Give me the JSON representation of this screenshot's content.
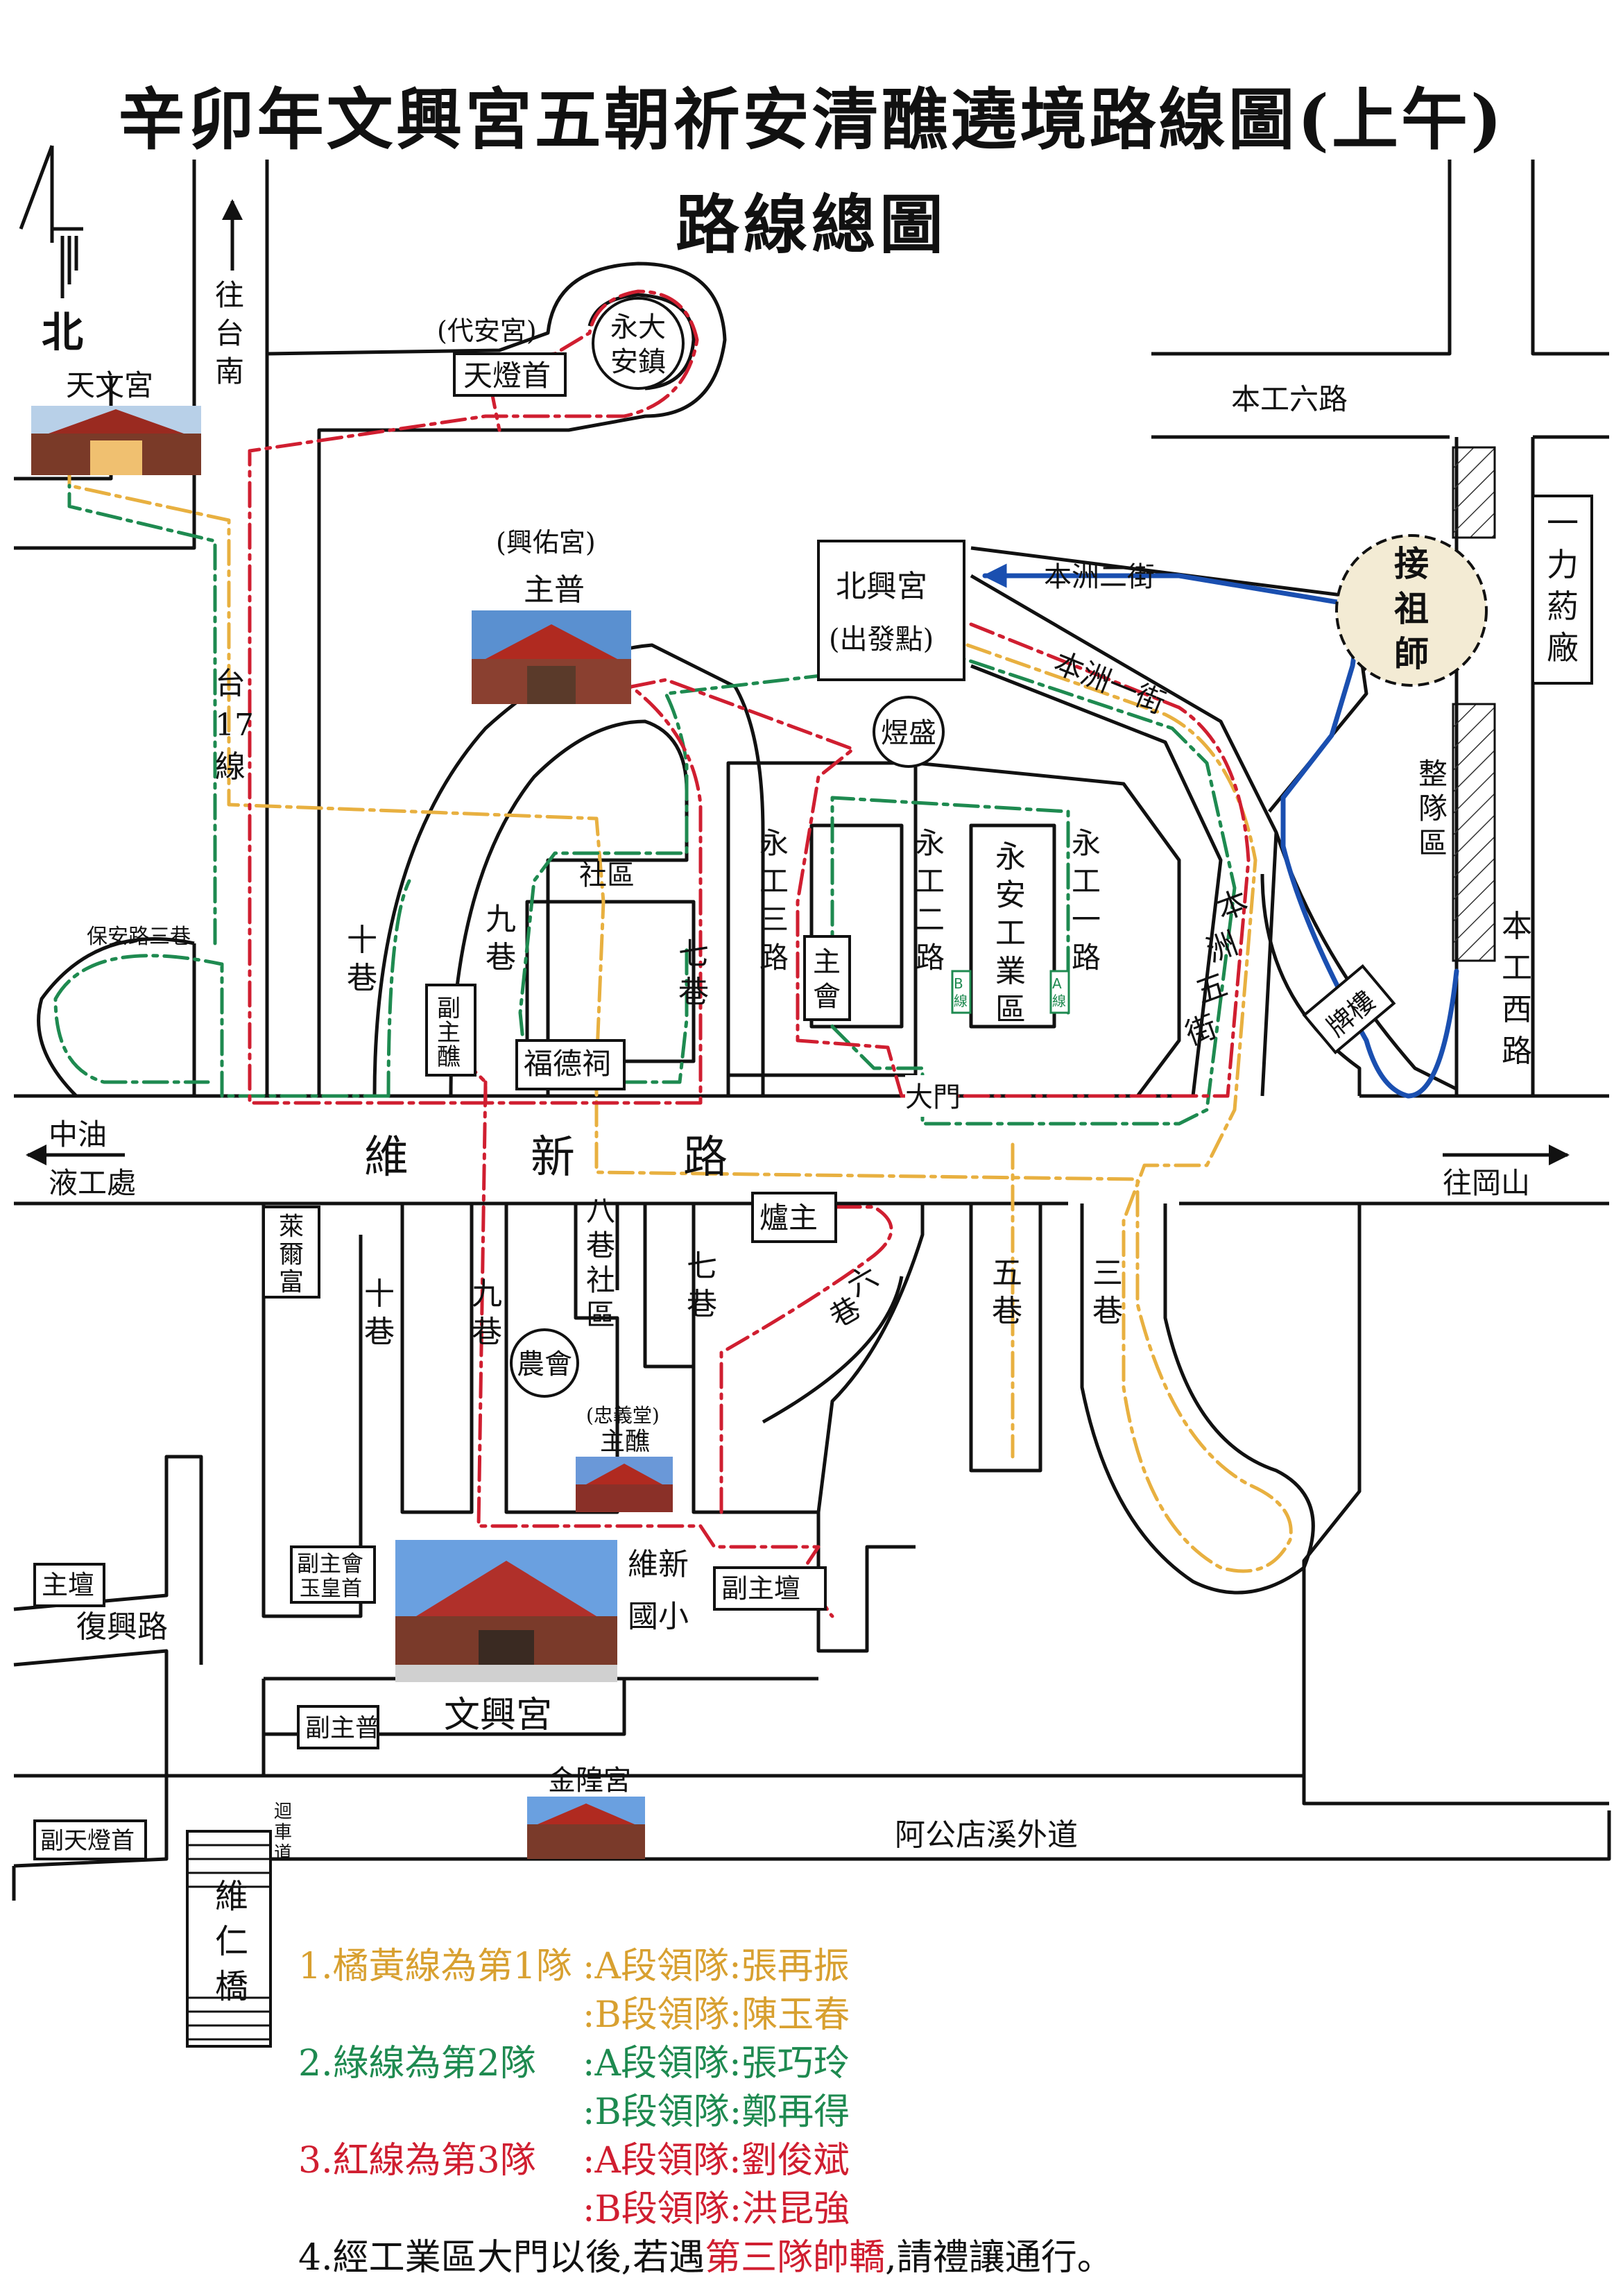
{
  "title": "辛卯年文興宮五朝祈安清醮遶境路線圖(上午)",
  "subtitle": "路線總圖",
  "compass": "北",
  "colors": {
    "orange": "#E8B040",
    "green": "#1E8A50",
    "red": "#D01E30",
    "blue": "#1A4FB0",
    "road": "#111111"
  },
  "temples": {
    "tianwen": "天文宮",
    "xingyou_note": "(興佑宮)",
    "xingyou_role": "主普",
    "daian_note": "(代安宮)",
    "daian_role": "天燈首",
    "zhongyi_note": "(忠義堂)",
    "zhongyi_role": "主醮",
    "wenxing": "文興宮",
    "jinhuang": "金隍宮",
    "beixing": "北興宮",
    "beixing_sub": "(出發點)"
  },
  "places": {
    "da_zhen_1": "永大",
    "da_zhen_2": "安鎮",
    "yu_sheng": "煜盛",
    "jie_zu_shi": "接祖師",
    "yao_chang": "一力葯廠",
    "zheng_dui": "整隊區",
    "pai_lou": "牌樓",
    "fu_zhu_jiao": "副主醮",
    "fu_de_ci": "福德祠",
    "she_qu": "社區",
    "zhu_hui": "主會",
    "yong_an": "永安工業區",
    "da_men": "大門",
    "lu_zhu": "爐主",
    "nong_hui": "農會",
    "lai_er_fu": "萊爾富",
    "fu_zhu_hui": "副主會",
    "yu_huang_shou": "玉皇首",
    "fu_zhu_tan_left": "主壇",
    "fu_zhu_tan_right": "副主壇",
    "fu_zhu_pu": "副主普",
    "fu_tian_deng": "副天燈首",
    "school": "維新國小",
    "bridge": "維仁橋",
    "ramp": "迴車道",
    "b_line": "B線",
    "a_line": "A線"
  },
  "roads": {
    "ben_gong_6": "本工六路",
    "ben_zhou_2": "本洲二街",
    "ben_zhou_1": "本洲一街",
    "ben_zhou_5": "本洲五街",
    "ben_gong_west": "本工西路",
    "tai17": "台17線",
    "to_tainan": "往台南",
    "baoan_3": "保安路三巷",
    "lane10": "十巷",
    "lane9": "九巷",
    "lane7": "七巷",
    "lane8": "八巷社區",
    "lane6": "六巷",
    "lane5": "五巷",
    "lane3": "三巷",
    "yong_gong_3": "永工三路",
    "yong_gong_2": "永工二路",
    "yong_gong_1": "永工一路",
    "wei_xin": "維新路",
    "zhong_you": "中油液工處",
    "to_gangshan": "往岡山",
    "fu_xing": "復興路",
    "a_gong_dian": "阿公店溪外道"
  },
  "legend": [
    {
      "num": "1.",
      "label": "橘黃線為第1隊",
      "a": ":A段領隊:張再振",
      "b": ":B段領隊:陳玉春",
      "color": "#D8A030"
    },
    {
      "num": "2.",
      "label": "綠線為第2隊",
      "a": ":A段領隊:張巧玲",
      "b": ":B段領隊:鄭再得",
      "color": "#1E8A50"
    },
    {
      "num": "3.",
      "label": "紅線為第3隊",
      "a": ":A段領隊:劉俊斌",
      "b": ":B段領隊:洪昆強",
      "color": "#D01E30"
    }
  ],
  "note": {
    "prefix": "4.經工業區大門以後,若遇",
    "highlight": "第三隊帥轎",
    "suffix": ",請禮讓通行。"
  }
}
